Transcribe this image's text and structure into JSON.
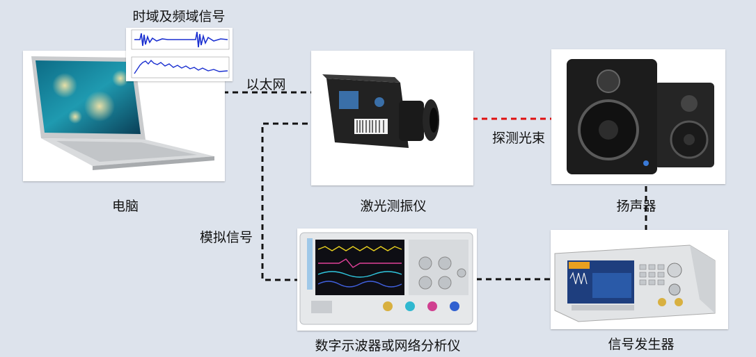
{
  "title": "时域及频域信号",
  "devices": {
    "computer": "电脑",
    "vibrometer": "激光测振仪",
    "speaker": "扬声器",
    "oscilloscope": "数字示波器或网络分析仪",
    "generator": "信号发生器"
  },
  "connections": {
    "ethernet": "以太网",
    "probe_beam": "探测光束",
    "analog_signal": "模拟信号"
  },
  "colors": {
    "background": "#dde3ec",
    "wire": "#111111",
    "laser": "#e01010",
    "signal": "#1a2fd0"
  },
  "icons": [
    "laptop-icon",
    "laser-vibrometer-icon",
    "speaker-icon",
    "oscilloscope-icon",
    "signal-generator-icon",
    "signal-plot-icon"
  ]
}
